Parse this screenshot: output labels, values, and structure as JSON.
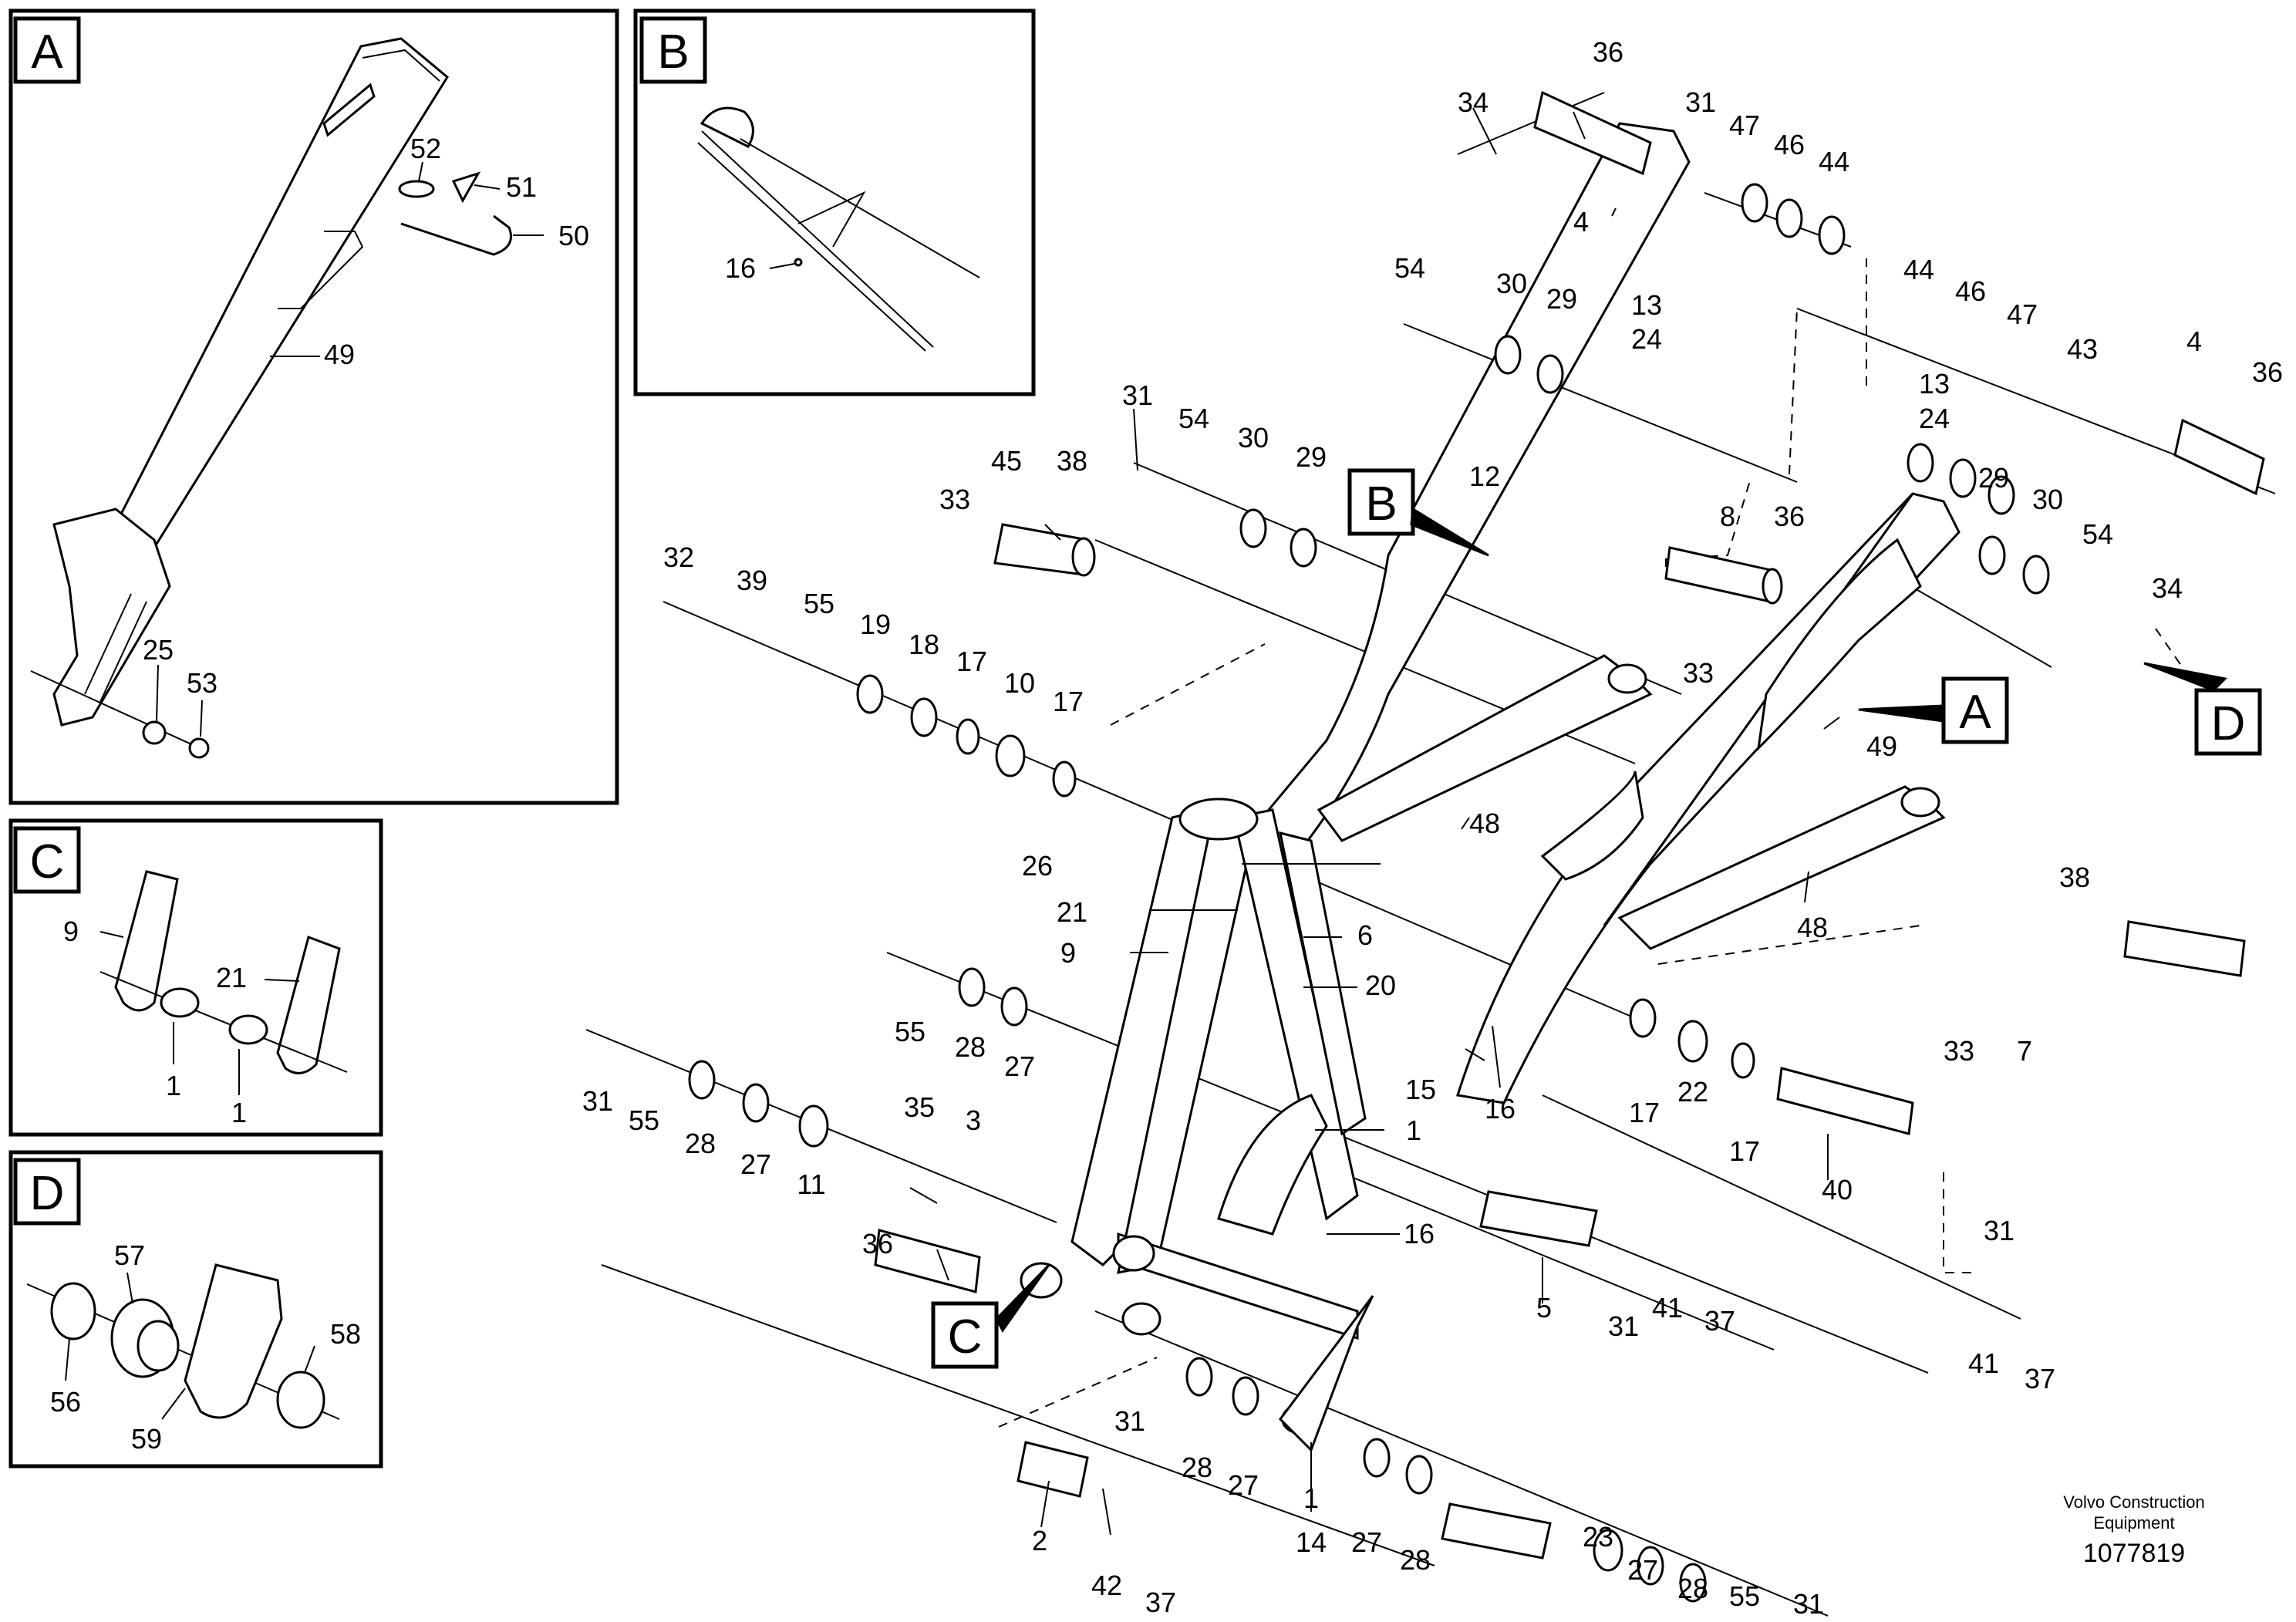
{
  "insets": {
    "A": {
      "letter": "A",
      "labels": [
        "52",
        "51",
        "50",
        "49",
        "25",
        "53"
      ]
    },
    "B": {
      "letter": "B",
      "labels": [
        "16"
      ]
    },
    "C": {
      "letter": "C",
      "labels": [
        "9",
        "21",
        "1",
        "1"
      ]
    },
    "D": {
      "letter": "D",
      "labels": [
        "57",
        "58",
        "56",
        "59"
      ]
    }
  },
  "main_labels": [
    "36",
    "34",
    "31",
    "47",
    "46",
    "44",
    "4",
    "54",
    "30",
    "29",
    "13",
    "24",
    "44",
    "46",
    "47",
    "43",
    "4",
    "36",
    "31",
    "54",
    "30",
    "29",
    "12",
    "13",
    "24",
    "29",
    "30",
    "54",
    "34",
    "45",
    "38",
    "33",
    "8",
    "36",
    "33",
    "32",
    "39",
    "55",
    "19",
    "18",
    "17",
    "10",
    "17",
    "26",
    "21",
    "6",
    "9",
    "20",
    "48",
    "49",
    "48",
    "55",
    "28",
    "27",
    "38",
    "33",
    "7",
    "31",
    "55",
    "28",
    "27",
    "11",
    "35",
    "3",
    "15",
    "16",
    "17",
    "22",
    "17",
    "40",
    "1",
    "36",
    "16",
    "5",
    "31",
    "41",
    "37",
    "31",
    "41",
    "37",
    "31",
    "28",
    "27",
    "2",
    "42",
    "37",
    "1",
    "14",
    "27",
    "28",
    "23",
    "27",
    "28",
    "55",
    "31"
  ],
  "view_callouts": [
    "B",
    "A",
    "C",
    "D"
  ],
  "footer": {
    "brand_line1": "Volvo Construction",
    "brand_line2": "Equipment",
    "drawing_number": "1077819"
  }
}
